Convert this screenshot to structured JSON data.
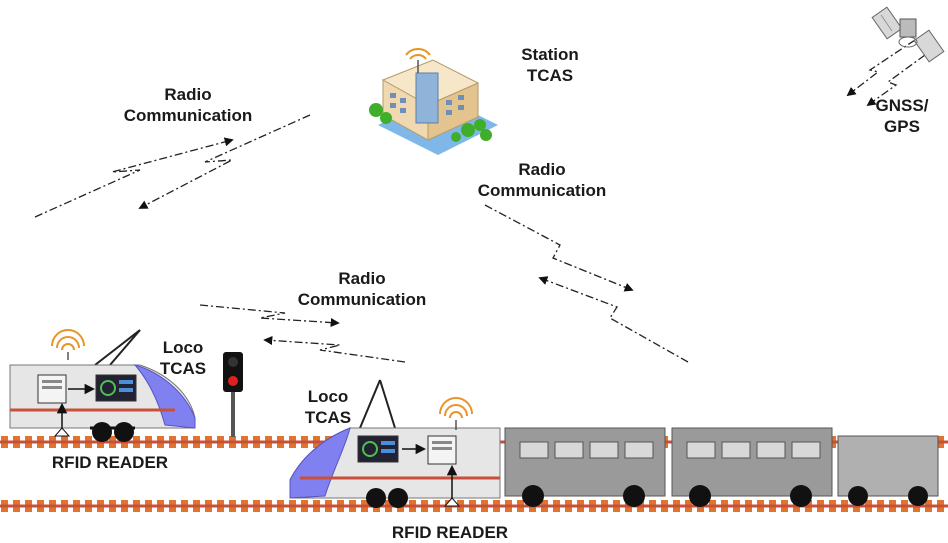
{
  "labels": {
    "radio_top_left": {
      "line1": "Radio",
      "line2": "Communication"
    },
    "station": {
      "line1": "Station",
      "line2": "TCAS"
    },
    "gnss": {
      "line1": "GNSS/",
      "line2": "GPS"
    },
    "radio_right": {
      "line1": "Radio",
      "line2": "Communication"
    },
    "radio_middle": {
      "line1": "Radio",
      "line2": "Communication"
    },
    "loco_left": {
      "line1": "Loco",
      "line2": "TCAS"
    },
    "loco_right": {
      "line1": "Loco",
      "line2": "TCAS"
    },
    "rfid_left": "RFID READER",
    "rfid_bottom": "RFID READER"
  },
  "colors": {
    "rail_tie": "#e0732e",
    "rail_line": "#c8503a",
    "locomotive_body": "#e6e6e6",
    "locomotive_nose": "#8080f0",
    "wagon_body": "#9a9a9a",
    "signal_red": "#e02020",
    "antenna_waves": "#e8952a",
    "building": "#f0d9b0"
  },
  "icons": [
    "satellite-icon",
    "station-building-icon",
    "antenna-icon",
    "signal-light-icon",
    "computer-icon",
    "display-panel-icon"
  ]
}
